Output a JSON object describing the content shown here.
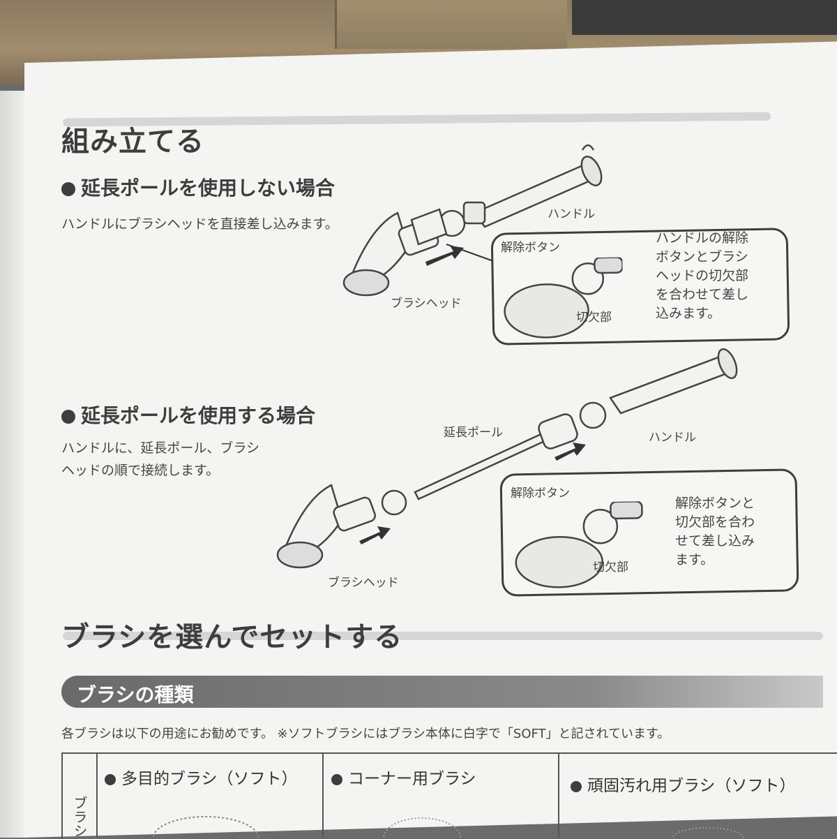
{
  "headings": {
    "assemble": "組み立てる",
    "choose_brush": "ブラシを選んでセットする",
    "brush_types": "ブラシの種類"
  },
  "without_pole": {
    "title": "延長ポールを使用しない場合",
    "desc": "ハンドルにブラシヘッドを直接差し込みます。",
    "label_handle": "ハンドル",
    "label_release": "解除ボタン",
    "label_notch": "切欠部",
    "label_brushhead": "ブラシヘッド",
    "callout_lines": [
      "ハンドルの解除",
      "ボタンとブラシ",
      "ヘッドの切欠部",
      "を合わせて差し",
      "込みます。"
    ]
  },
  "with_pole": {
    "title": "延長ポールを使用する場合",
    "desc_lines": [
      "ハンドルに、延長ポール、ブラシ",
      "ヘッドの順で接続します。"
    ],
    "label_pole": "延長ポール",
    "label_handle": "ハンドル",
    "label_release": "解除ボタン",
    "label_notch": "切欠部",
    "label_brushhead": "ブラシヘッド",
    "callout_lines": [
      "解除ボタンと",
      "切欠部を合わ",
      "せて差し込み",
      "ます。"
    ]
  },
  "brush_note": "各ブラシは以下の用途にお勧めです。 ※ソフトブラシにはブラシ本体に白字で「SOFT」と記されています。",
  "table": {
    "side_label": "ブラシ",
    "columns": [
      "多目的ブラシ（ソフト）",
      "コーナー用ブラシ",
      "頑固汚れ用ブラシ（ソフト）"
    ]
  }
}
